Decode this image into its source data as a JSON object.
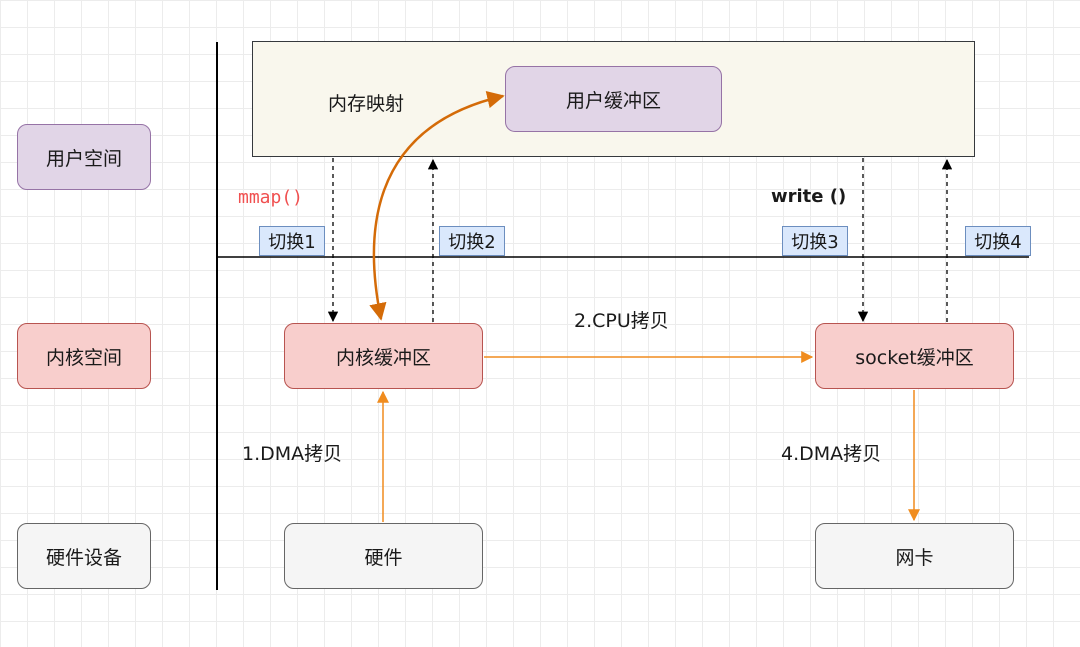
{
  "layers": {
    "user_space": "用户空间",
    "kernel_space": "内核空间",
    "hardware_device": "硬件设备"
  },
  "user_region": {
    "mmap_label": "内存映射",
    "user_buffer": "用户缓冲区"
  },
  "calls": {
    "mmap": "mmap()",
    "write": "write ()"
  },
  "switches": [
    "切换1",
    "切换2",
    "切换3",
    "切换4"
  ],
  "kernel": {
    "kernel_buffer": "内核缓冲区",
    "socket_buffer": "socket缓冲区"
  },
  "hardware": {
    "device": "硬件",
    "nic": "网卡"
  },
  "copies": {
    "dma1": "1.DMA拷贝",
    "cpu2": "2.CPU拷贝",
    "dma4": "4.DMA拷贝"
  },
  "colors": {
    "orange_arrow": "#f08c1e",
    "curved_arrow": "#d46b08",
    "mmap_call": "#f05050",
    "purple_fill": "#e1d5e7",
    "red_fill": "#f8cecc",
    "gray_fill": "#f5f5f5",
    "blue_fill": "#dae8fc",
    "user_region_fill": "#f9f7ed"
  }
}
